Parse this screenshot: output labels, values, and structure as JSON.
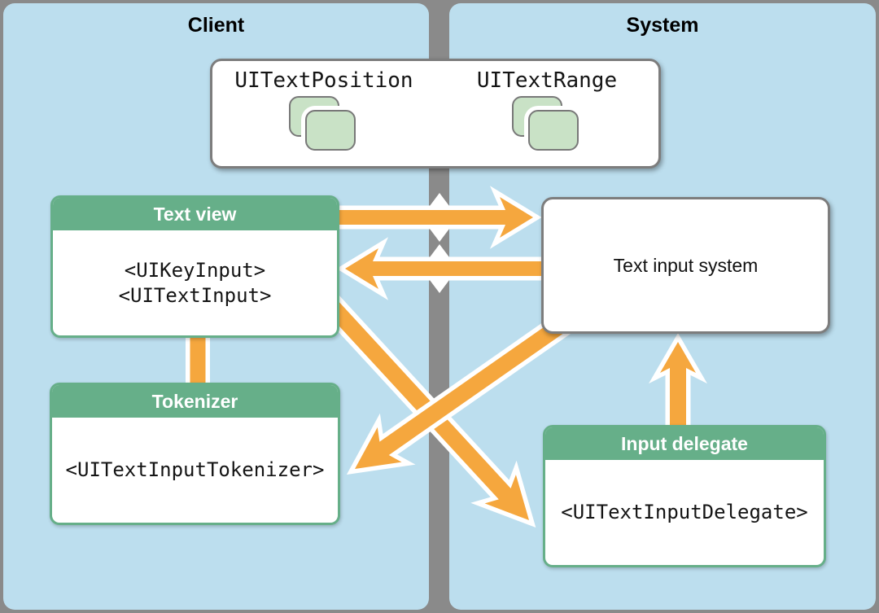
{
  "panels": {
    "client": {
      "title": "Client"
    },
    "system": {
      "title": "System"
    }
  },
  "top_box": {
    "items": [
      {
        "label": "UITextPosition",
        "icon": "stacked-objects-icon"
      },
      {
        "label": "UITextRange",
        "icon": "stacked-objects-icon"
      }
    ]
  },
  "boxes": {
    "text_view": {
      "title": "Text view",
      "protocols": [
        "<UIKeyInput>",
        "<UITextInput>"
      ]
    },
    "text_input_system": {
      "label": "Text input system"
    },
    "tokenizer": {
      "title": "Tokenizer",
      "protocols": [
        "<UITextInputTokenizer>"
      ]
    },
    "input_delegate": {
      "title": "Input delegate",
      "protocols": [
        "<UITextInputDelegate>"
      ]
    }
  },
  "connections": [
    {
      "from": "Text view",
      "to": "Text input system",
      "style": "arrow-right"
    },
    {
      "from": "Text input system",
      "to": "Text view",
      "style": "arrow-left"
    },
    {
      "from": "Text view",
      "to": "Tokenizer",
      "style": "plain-line"
    },
    {
      "from": "Input delegate",
      "to": "Text input system",
      "style": "arrow-up"
    },
    {
      "from": "Text view",
      "to": "Input delegate",
      "style": "arrow-diagonal"
    },
    {
      "from": "Text input system",
      "to": "Tokenizer",
      "style": "arrow-diagonal"
    }
  ],
  "colors": {
    "panel_blue": "#BCDEEE",
    "divider_gray": "#8A8A8A",
    "green": "#66AF89",
    "icon_green": "#C9E2C6",
    "arrow_orange": "#F5A73E",
    "box_border_gray": "#7D7D7D"
  }
}
